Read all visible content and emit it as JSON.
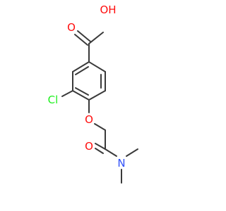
{
  "molecule": {
    "atoms": {
      "o_carbonyl_acid": {
        "label": "O",
        "color": "#ff0d0d"
      },
      "o_hydroxyl": {
        "label": "OH",
        "color": "#ff0d0d"
      },
      "chlorine": {
        "label": "Cl",
        "color": "#1ff01f"
      },
      "o_ether": {
        "label": "O",
        "color": "#ff0d0d"
      },
      "o_carbonyl_amide": {
        "label": "O",
        "color": "#ff0d0d"
      },
      "nitrogen": {
        "label": "N",
        "color": "#3050f8"
      }
    },
    "bond_color": "#3a3a3a"
  }
}
